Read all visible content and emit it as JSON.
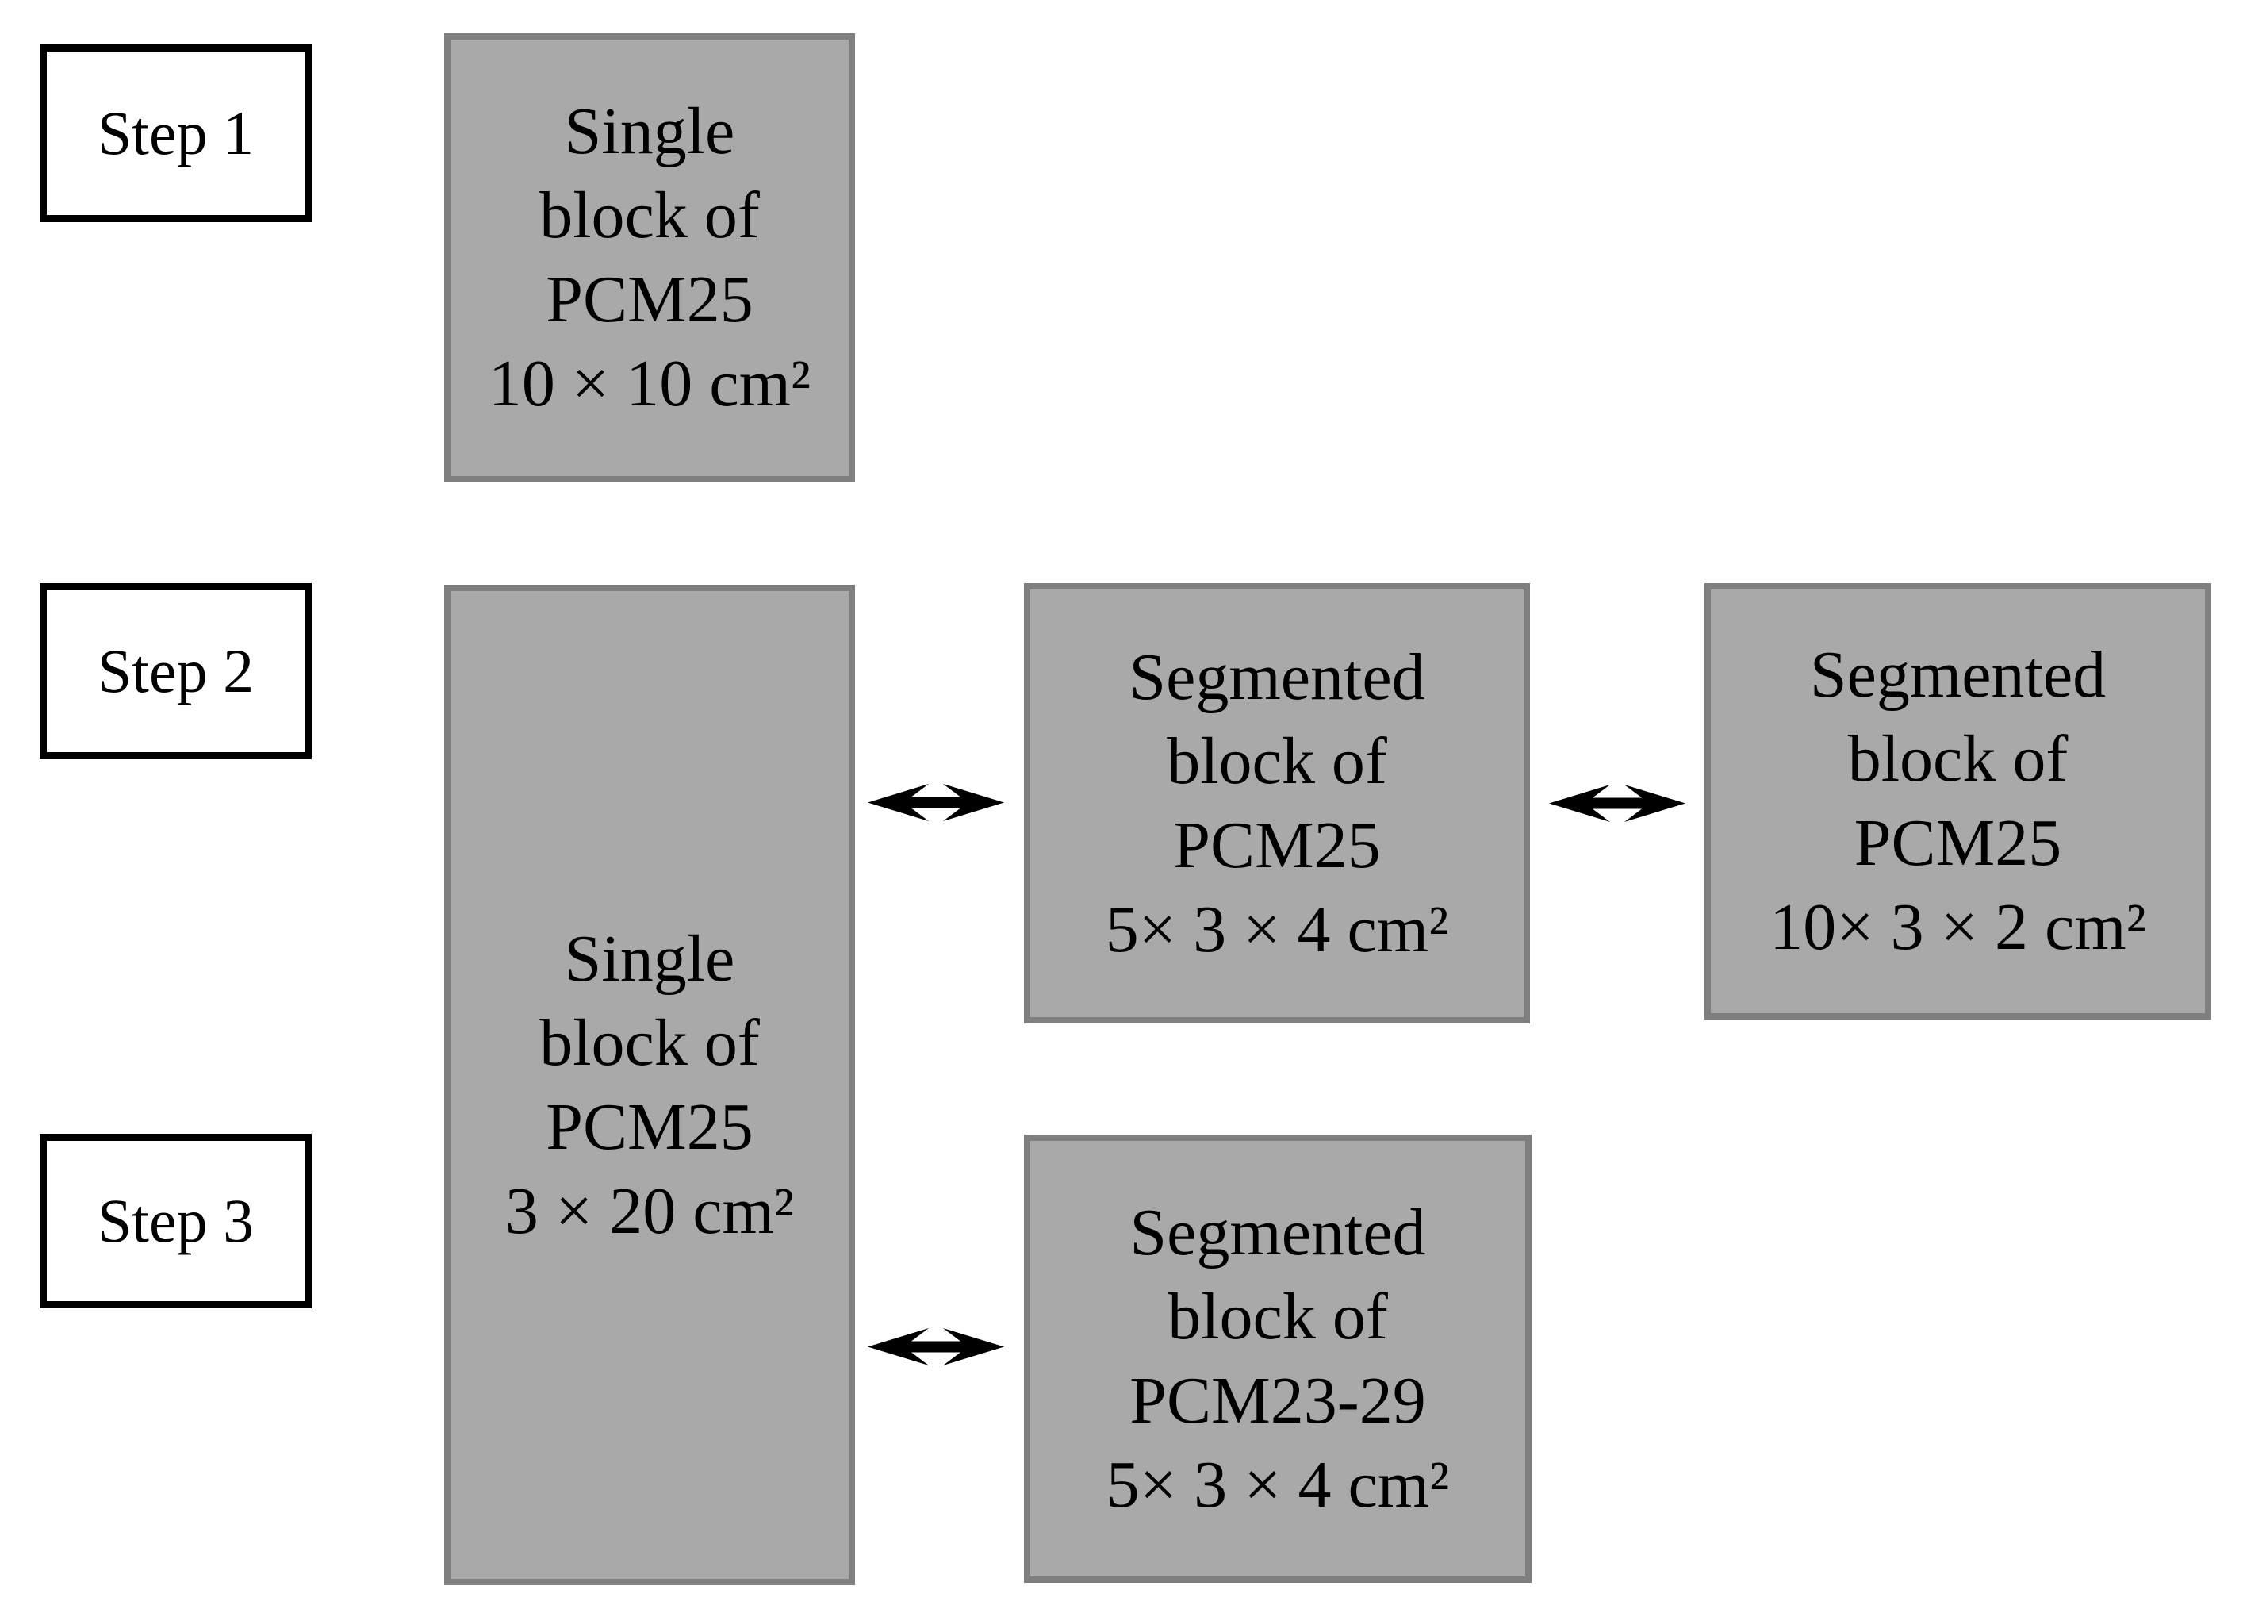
{
  "figure": {
    "steps": [
      {
        "label": "Step 1"
      },
      {
        "label": "Step 2"
      },
      {
        "label": "Step 3"
      }
    ],
    "blocks": [
      {
        "id": "single-pcm25-10x10",
        "lines": [
          "Single",
          "block of",
          "PCM25",
          "10 × 10 cm²"
        ]
      },
      {
        "id": "single-pcm25-3x20",
        "lines": [
          "Single",
          "block of",
          "PCM25",
          "3 × 20 cm²"
        ]
      },
      {
        "id": "segmented-pcm25-5x3x4",
        "lines": [
          "Segmented",
          "block of",
          "PCM25",
          "5× 3 × 4 cm²"
        ]
      },
      {
        "id": "segmented-pcm25-10x3x2",
        "lines": [
          "Segmented",
          "block of",
          "PCM25",
          "10× 3 × 2 cm²"
        ]
      },
      {
        "id": "segmented-pcm23-29-5x3x4",
        "lines": [
          "Segmented",
          "block of",
          "PCM23-29",
          "5× 3 × 4 cm²"
        ]
      }
    ],
    "arrows": [
      {
        "icon": "left-right-double-arrow"
      },
      {
        "icon": "left-right-double-arrow"
      },
      {
        "icon": "left-right-double-arrow"
      }
    ],
    "colors": {
      "background": "#ffffff",
      "block_fill": "#a9a9a9",
      "block_border": "#7f7f7f",
      "step_box_fill": "#ffffff",
      "step_box_border": "#000000",
      "text": "#000000",
      "arrow": "#000000"
    }
  }
}
